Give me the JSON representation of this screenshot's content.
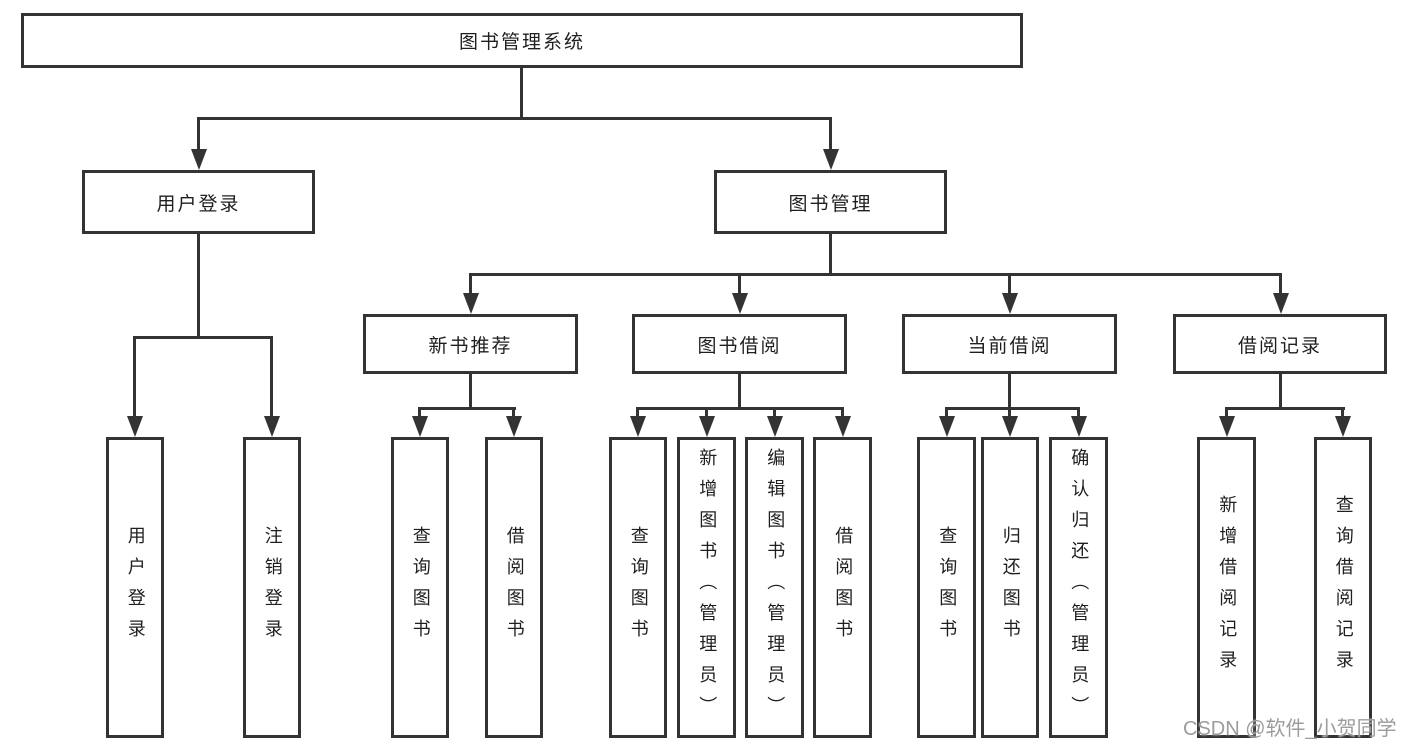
{
  "colors": {
    "line": "#333333",
    "box_border": "#333333",
    "box_fill": "#ffffff",
    "text": "#1f1f1f",
    "watermark": "#9c9c9c",
    "background": "#ffffff"
  },
  "nodes": {
    "root": {
      "label": "图书管理系统"
    },
    "user_login": {
      "label": "用户登录"
    },
    "book_management": {
      "label": "图书管理"
    },
    "leaf_user_login": {
      "label": "用户登录"
    },
    "leaf_logout": {
      "label": "注销登录"
    },
    "new_book_recommend": {
      "label": "新书推荐"
    },
    "book_borrowing": {
      "label": "图书借阅"
    },
    "current_borrowing": {
      "label": "当前借阅"
    },
    "borrowing_records": {
      "label": "借阅记录"
    },
    "nb_query_book": {
      "label": "查询图书"
    },
    "nb_borrow_book": {
      "label": "借阅图书"
    },
    "bb_query_book": {
      "label": "查询图书"
    },
    "bb_add_book": {
      "label": "新增图书（管理员）"
    },
    "bb_edit_book": {
      "label": "编辑图书（管理员）"
    },
    "bb_borrow_book": {
      "label": "借阅图书"
    },
    "cb_query_book": {
      "label": "查询图书"
    },
    "cb_return_book": {
      "label": "归还图书"
    },
    "cb_confirm_return": {
      "label": "确认归还（管理员）"
    },
    "br_add_record": {
      "label": "新增借阅记录"
    },
    "br_query_record": {
      "label": "查询借阅记录"
    }
  },
  "structure": {
    "图书管理系统": {
      "用户登录": [
        "用户登录",
        "注销登录"
      ],
      "图书管理": {
        "新书推荐": [
          "查询图书",
          "借阅图书"
        ],
        "图书借阅": [
          "查询图书",
          "新增图书（管理员）",
          "编辑图书（管理员）",
          "借阅图书"
        ],
        "当前借阅": [
          "查询图书",
          "归还图书",
          "确认归还（管理员）"
        ],
        "借阅记录": [
          "新增借阅记录",
          "查询借阅记录"
        ]
      }
    }
  },
  "watermark": {
    "text": "CSDN @软件_小贺同学"
  }
}
